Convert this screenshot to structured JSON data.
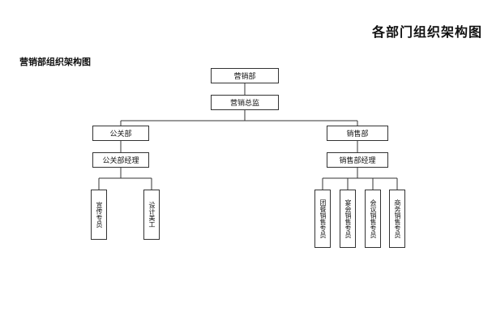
{
  "page_title": "各部门组织架构图",
  "section_title": "营销部组织架构图",
  "org": {
    "root": "营销部",
    "director": "营销总监",
    "pr_dept": "公关部",
    "pr_manager": "公关部经理",
    "pr_staff": [
      "宣传专员",
      "设计美工"
    ],
    "sales_dept": "销售部",
    "sales_manager": "销售部经理",
    "sales_staff": [
      "团餐销售专员",
      "宴会销售专员",
      "会议销售专员",
      "商务销售专员"
    ]
  }
}
